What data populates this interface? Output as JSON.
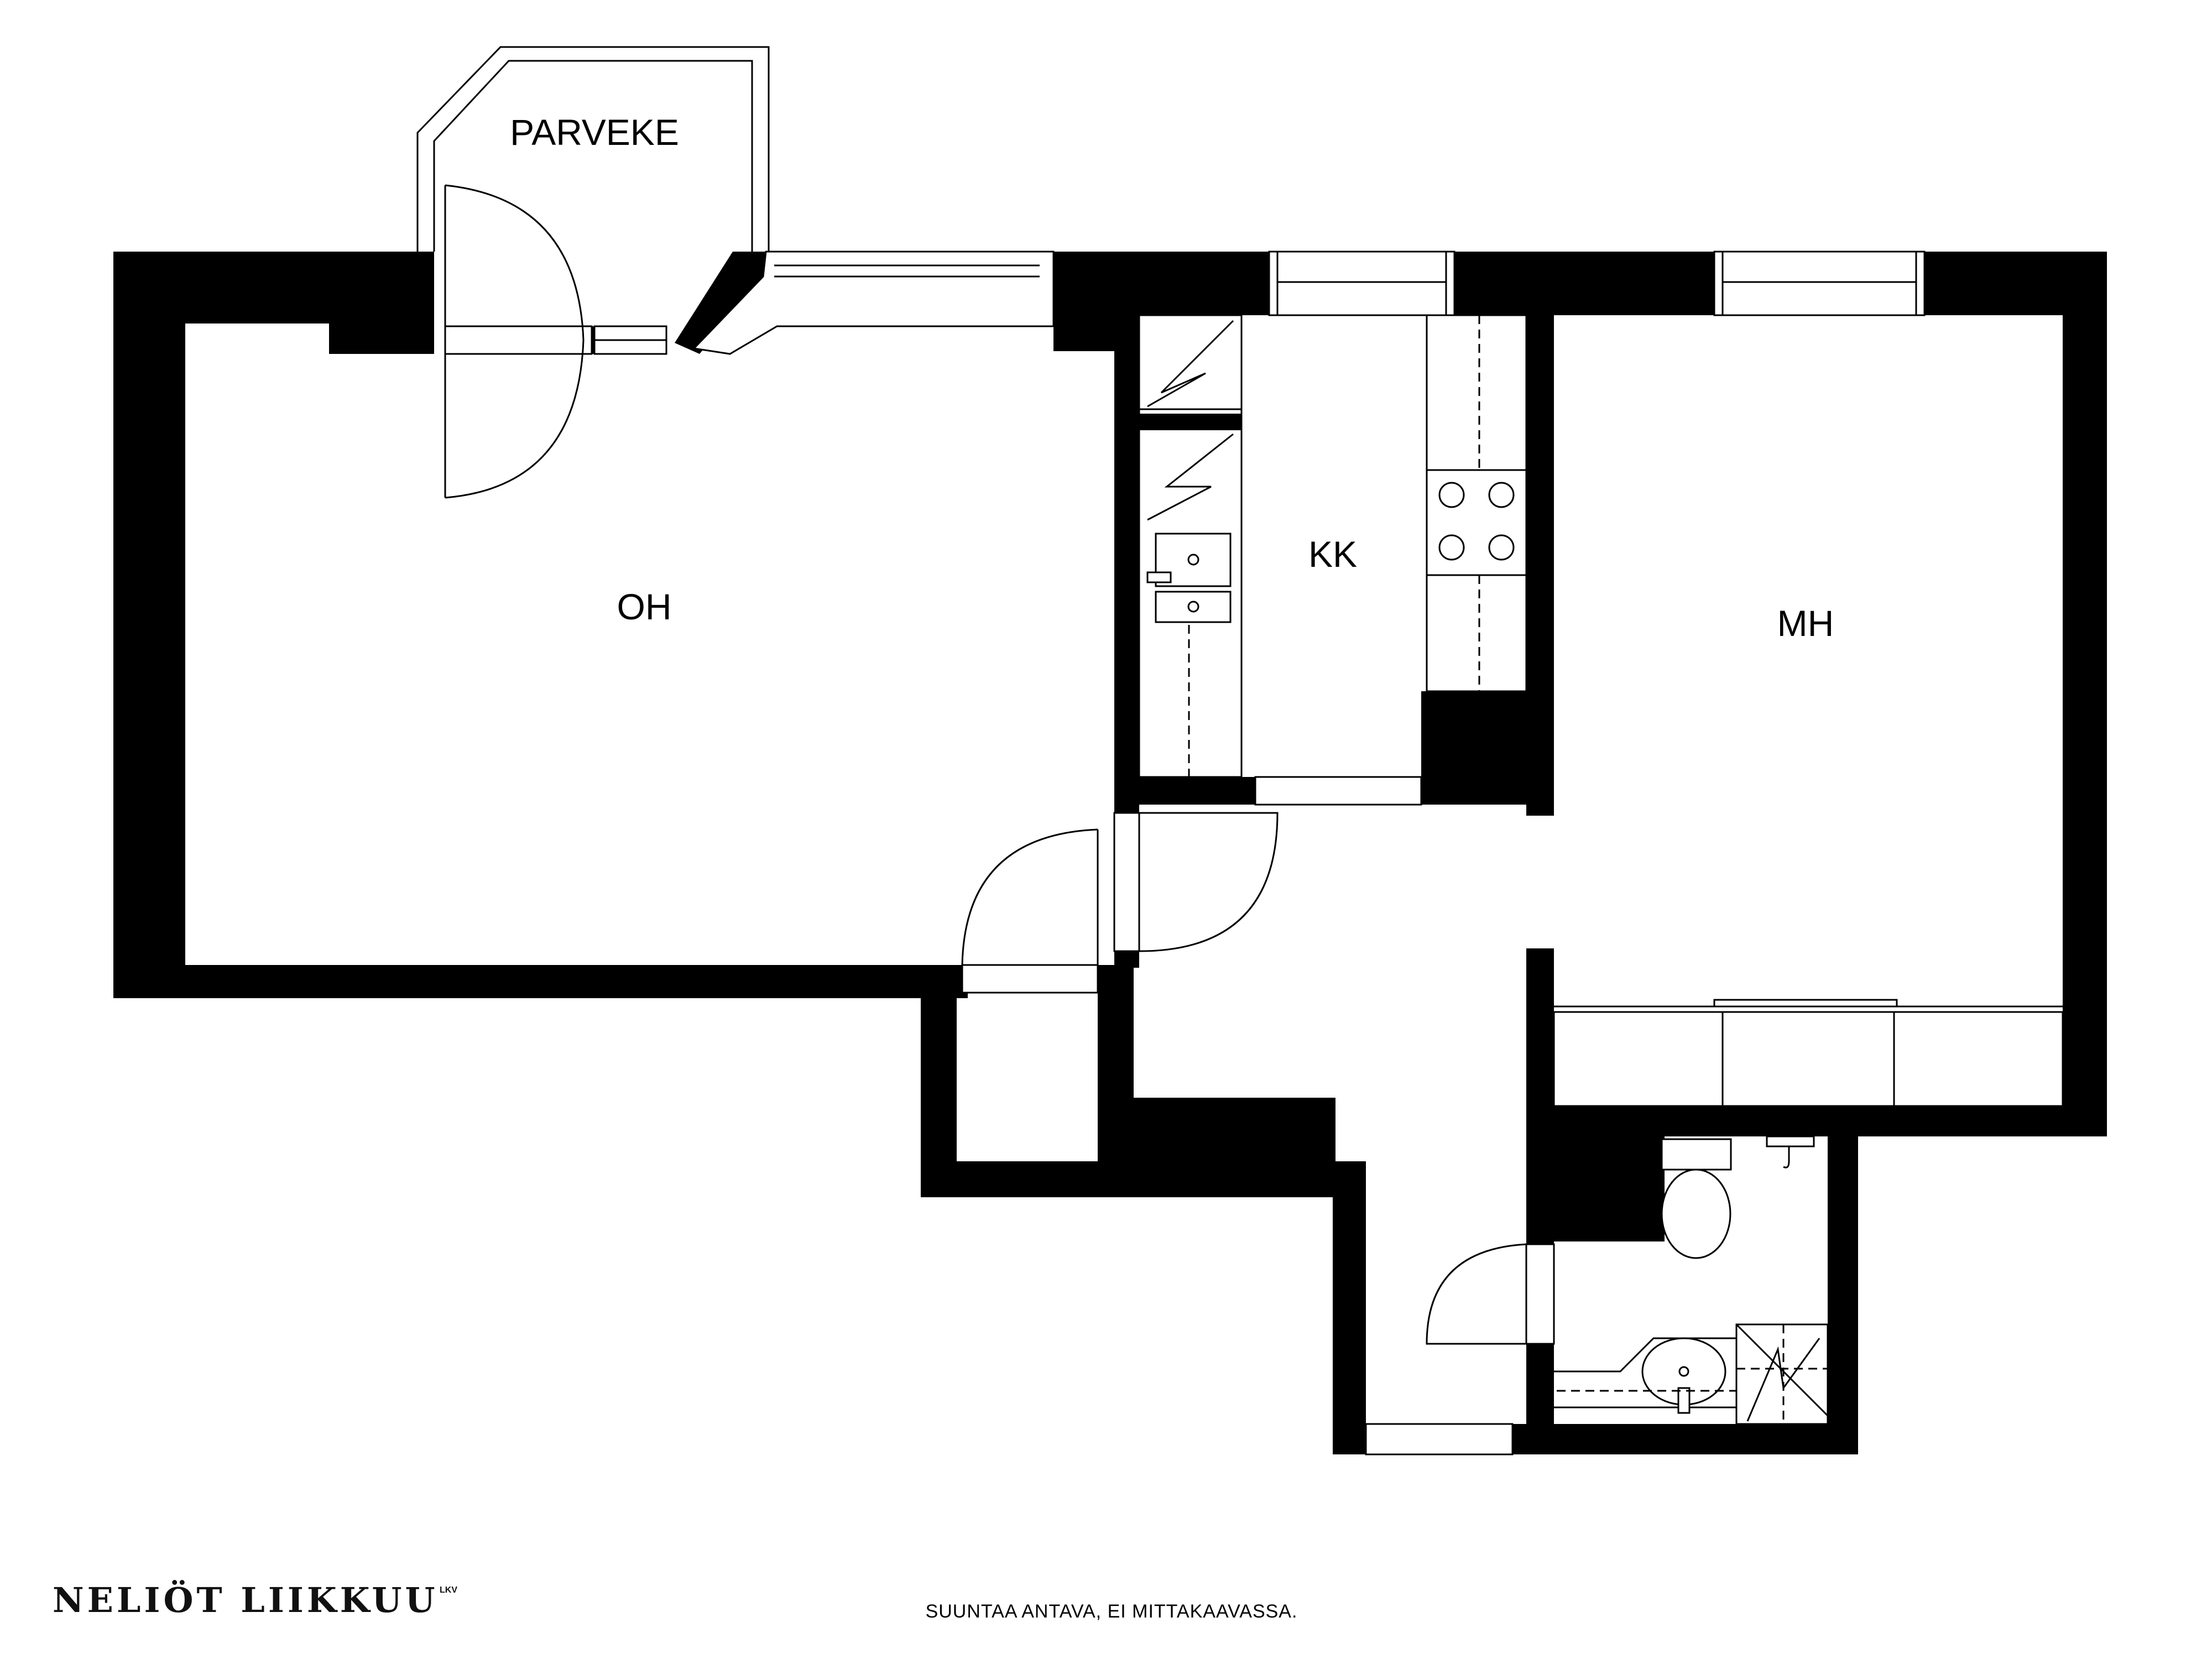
{
  "rooms": {
    "balcony": "PARVEKE",
    "living_room": "OH",
    "kitchen": "KK",
    "bedroom": "MH"
  },
  "footer": {
    "brand": "NELIÖT LIIKKUU",
    "brand_suffix": "LKV",
    "disclaimer": "SUUNTAA ANTAVA, EI MITTAKAAVASSA."
  },
  "colors": {
    "wall": "#000000",
    "background": "#ffffff"
  }
}
